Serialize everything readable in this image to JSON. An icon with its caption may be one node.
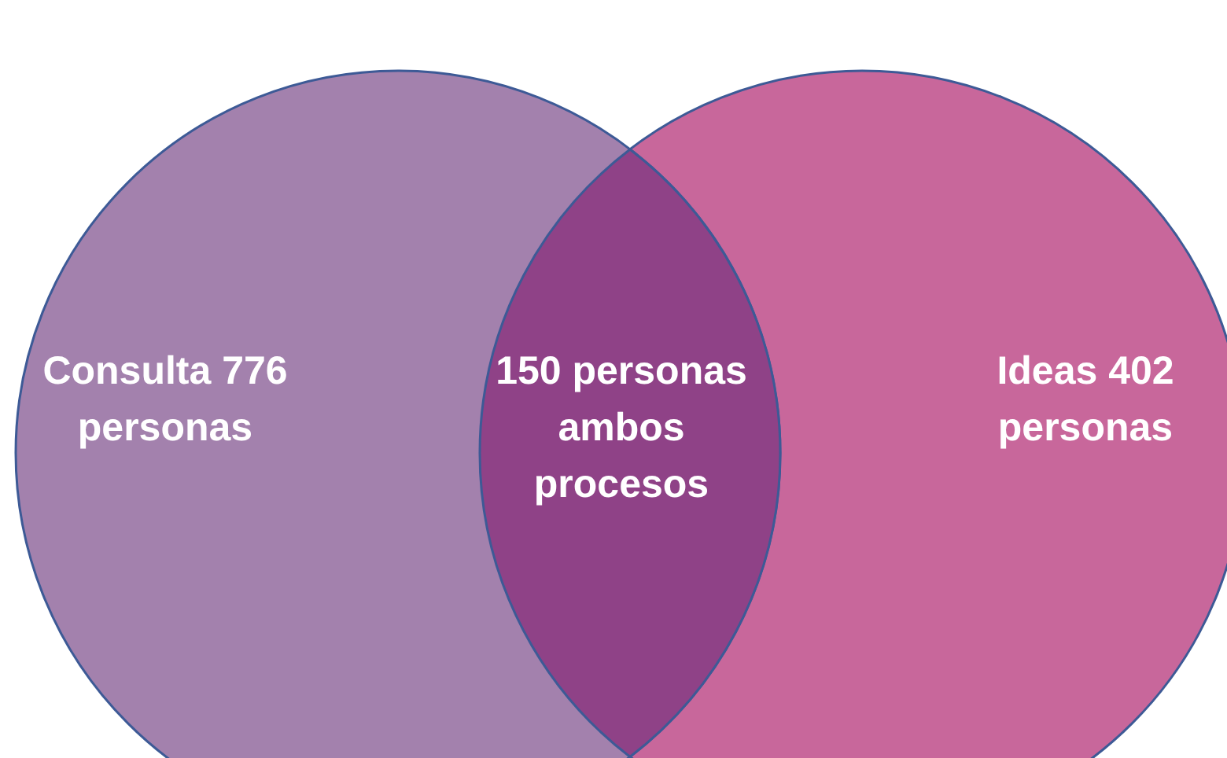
{
  "diagram": {
    "nodes": [
      {
        "text": [
          "Consulta 776 personas"
        ]
      },
      {
        "text": [
          "150 personas ambos procesos"
        ]
      },
      {
        "text": [
          "Ideas 402 personas"
        ]
      }
    ]
  }
}
